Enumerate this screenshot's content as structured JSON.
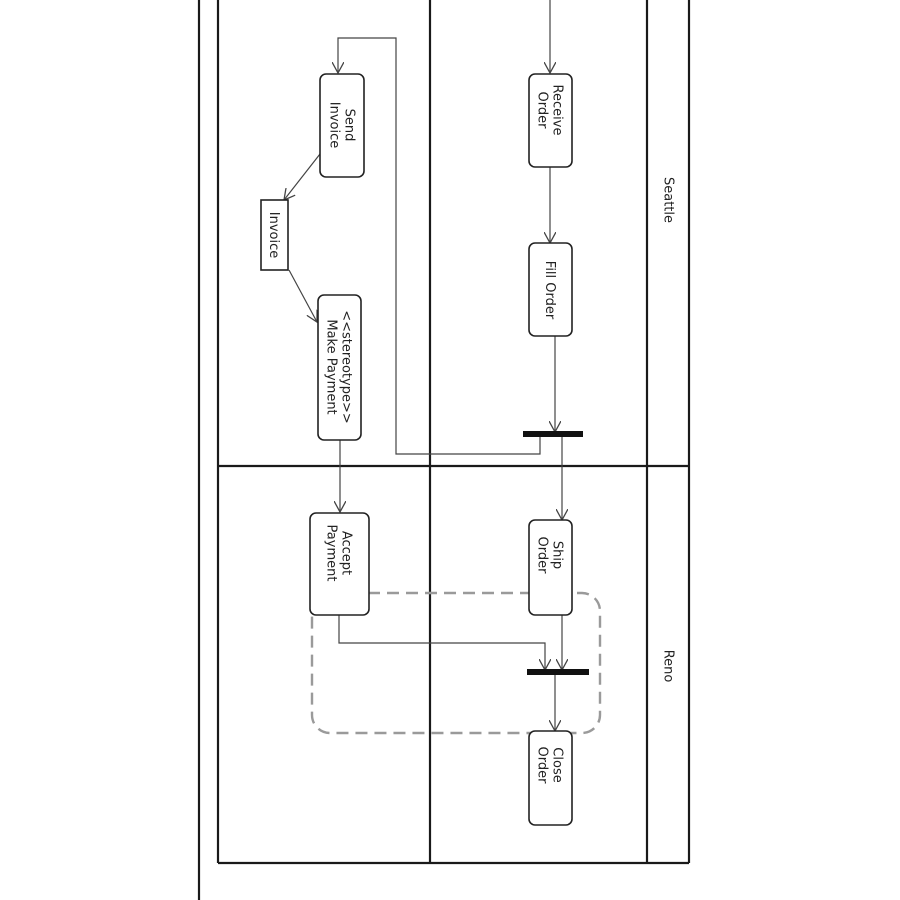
{
  "lanes": {
    "seattle": "Seattle",
    "reno": "Reno"
  },
  "actions": {
    "send_invoice": [
      "Send",
      "Invoice"
    ],
    "invoice": [
      "Invoice"
    ],
    "make_payment": [
      "<<stereotype>>",
      "Make Payment"
    ],
    "accept_payment": [
      "Accept",
      "Payment"
    ],
    "receive_order": [
      "Receive",
      "Order"
    ],
    "fill_order": [
      "Fill Order"
    ],
    "ship_order": [
      "Ship",
      "Order"
    ],
    "close_order": [
      "Close",
      "Order"
    ]
  }
}
